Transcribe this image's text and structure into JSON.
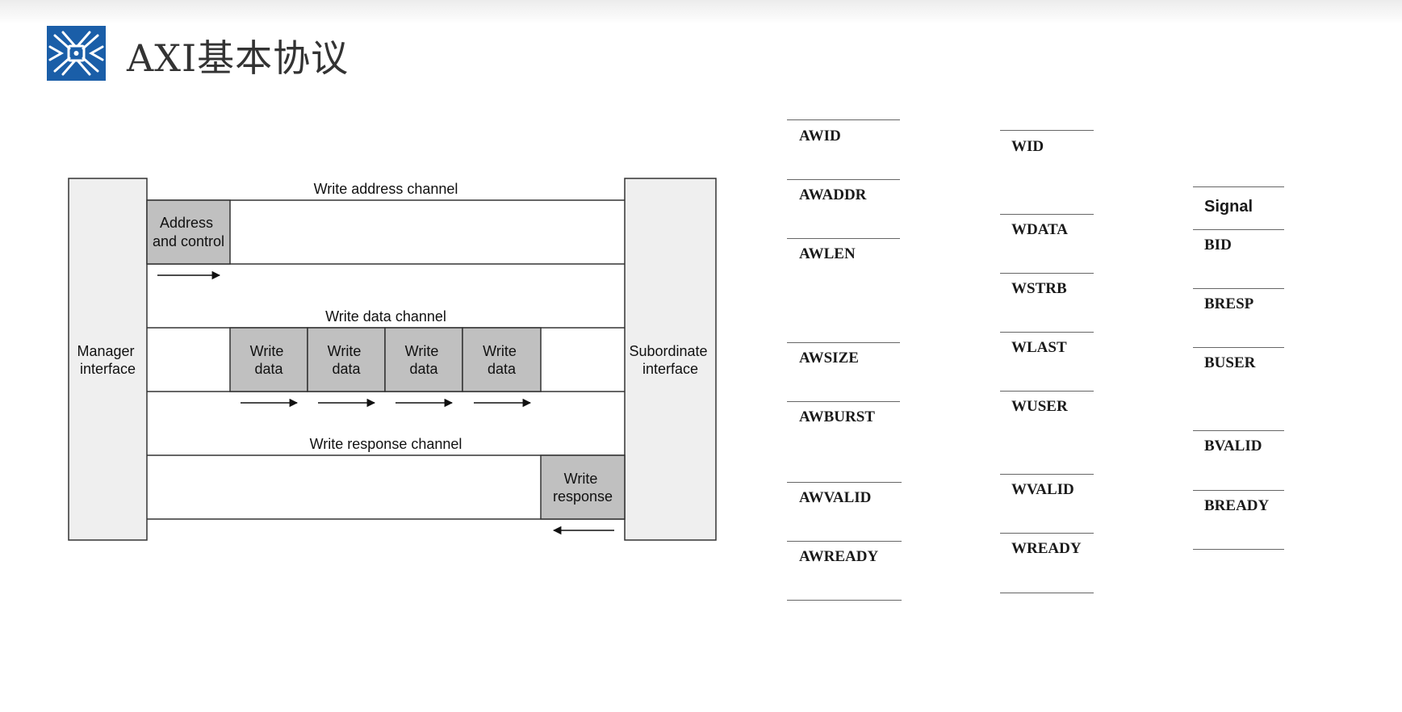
{
  "page": {
    "title": "AXI基本协议"
  },
  "logo": {
    "icon": "chip-logo-icon",
    "color": "#1a5ea8"
  },
  "diagram": {
    "manager_label": [
      "Manager",
      "interface"
    ],
    "subordinate_label": [
      "Subordinate",
      "interface"
    ],
    "write_address_channel": {
      "label": "Write address channel",
      "box": [
        "Address",
        "and control"
      ]
    },
    "write_data_channel": {
      "label": "Write data channel",
      "boxes": [
        [
          "Write",
          "data"
        ],
        [
          "Write",
          "data"
        ],
        [
          "Write",
          "data"
        ],
        [
          "Write",
          "data"
        ]
      ]
    },
    "write_response_channel": {
      "label": "Write response channel",
      "box": [
        "Write",
        "response"
      ]
    },
    "colors": {
      "box_fill": "#c0c0c0",
      "interface_fill": "#efefef",
      "line": "#333333"
    }
  },
  "tables": {
    "aw": {
      "rows": [
        "AWID",
        "AWADDR",
        "AWLEN",
        "AWSIZE",
        "AWBURST",
        "AWVALID",
        "AWREADY"
      ]
    },
    "w": {
      "rows": [
        "WID",
        "WDATA",
        "WSTRB",
        "WLAST",
        "WUSER",
        "WVALID",
        "WREADY"
      ]
    },
    "b": {
      "header": "Signal",
      "rows": [
        "BID",
        "BRESP",
        "BUSER",
        "BVALID",
        "BREADY"
      ]
    }
  }
}
